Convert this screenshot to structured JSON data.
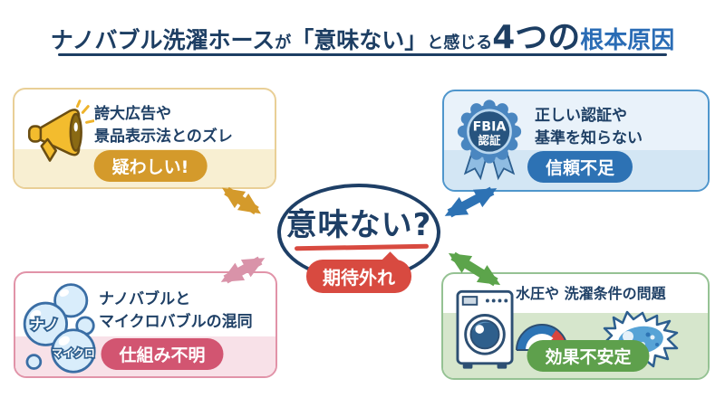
{
  "title": {
    "seg1": "ナノバブル洗濯ホース",
    "seg2": "が",
    "seg3": "「意味ない」",
    "seg4": "と感じる",
    "seg5": "4つの",
    "seg6": "根本原因"
  },
  "center": {
    "label": "意味ない?",
    "badge": "期待外れ"
  },
  "causes": {
    "ads": {
      "line1": "誇大広告や",
      "line2": "景品表示法とのズレ",
      "badge": "疑わしい!"
    },
    "certification": {
      "icon_line1": "FBIA",
      "icon_line2": "認証",
      "line1": "正しい認証や",
      "line2": "基準を知らない",
      "badge": "信頼不足"
    },
    "bubbles": {
      "bubble_label1": "ナノ",
      "bubble_label2": "マイクロ",
      "line1": "ナノバブルと",
      "line2": "マイクロバブルの混同",
      "badge": "仕組み不明"
    },
    "washing": {
      "line1": "水圧や 洗濯条件の問題",
      "badge": "効果不安定"
    }
  },
  "colors": {
    "title_navy": "#1d3e63",
    "title_accent": "#2a6cb5",
    "center_navy": "#1e3f66",
    "center_red": "#d84a40",
    "gold": "#d49a2b",
    "blue": "#2d72b4",
    "pink": "#d993a9",
    "rose": "#d25571",
    "green": "#5ca44b"
  }
}
